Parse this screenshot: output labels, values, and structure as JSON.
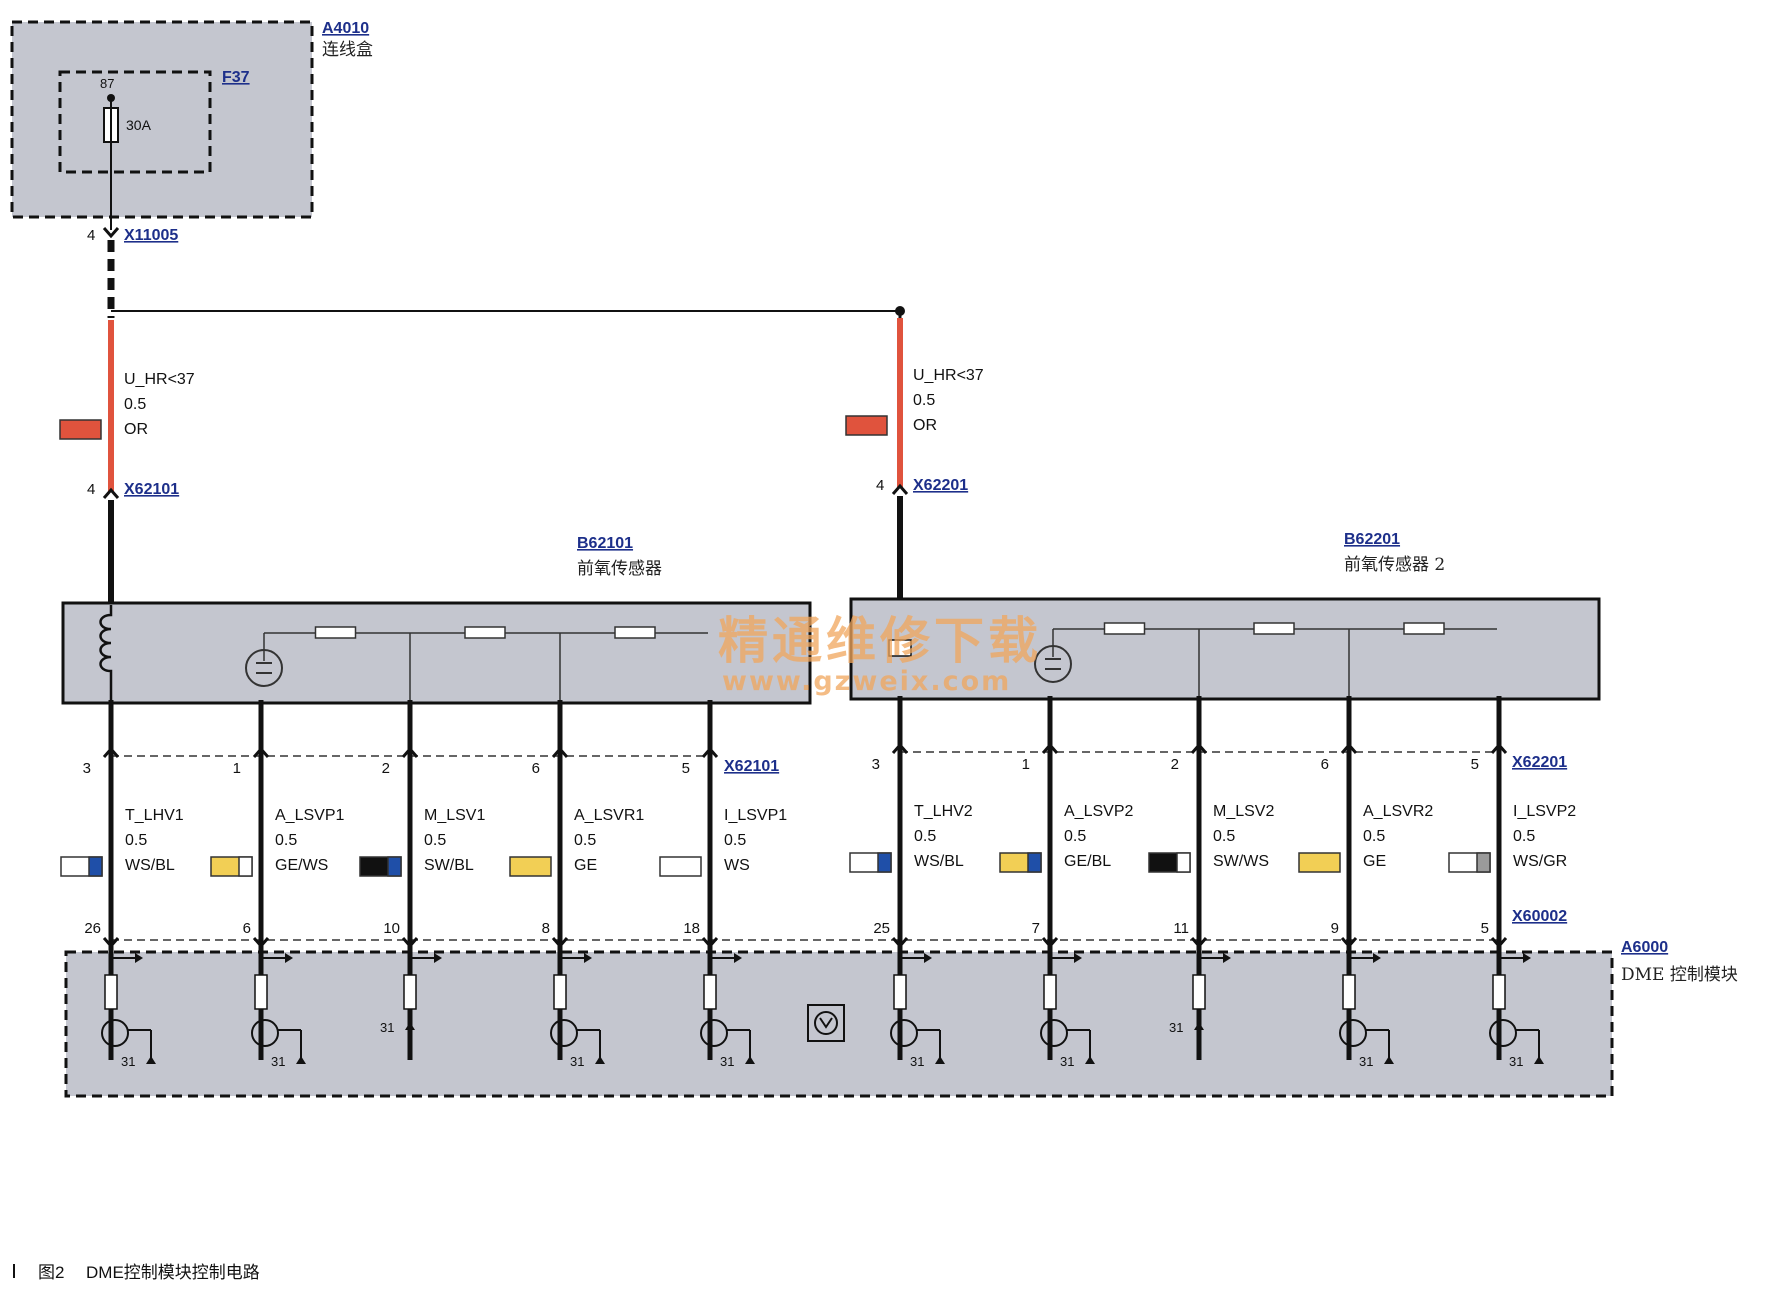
{
  "junction_box": {
    "id": "A4010",
    "name": "连线盒",
    "fuse_id": "F37",
    "fuse_pin": "87",
    "fuse_rating": "30A"
  },
  "junction_connector": {
    "id": "X11005",
    "pin": "4"
  },
  "power_wires": [
    {
      "signal": "U_HR<37",
      "gauge": "0.5",
      "color_code": "OR",
      "connector": "X62101",
      "pin": "4"
    },
    {
      "signal": "U_HR<37",
      "gauge": "0.5",
      "color_code": "OR",
      "connector": "X62201",
      "pin": "4"
    }
  ],
  "sensors": [
    {
      "id": "B62101",
      "name": "前氧传感器",
      "connector": "X62101"
    },
    {
      "id": "B62201",
      "name": "前氧传感器 2",
      "connector": "X62201"
    }
  ],
  "signal_wires": [
    {
      "sensor_pin": "3",
      "signal": "T_LHV1",
      "gauge": "0.5",
      "color_code": "WS/BL",
      "dme_pin": "26"
    },
    {
      "sensor_pin": "1",
      "signal": "A_LSVP1",
      "gauge": "0.5",
      "color_code": "GE/WS",
      "dme_pin": "6"
    },
    {
      "sensor_pin": "2",
      "signal": "M_LSV1",
      "gauge": "0.5",
      "color_code": "SW/BL",
      "dme_pin": "10"
    },
    {
      "sensor_pin": "6",
      "signal": "A_LSVR1",
      "gauge": "0.5",
      "color_code": "GE",
      "dme_pin": "8"
    },
    {
      "sensor_pin": "5",
      "signal": "I_LSVP1",
      "gauge": "0.5",
      "color_code": "WS",
      "dme_pin": "18"
    },
    {
      "sensor_pin": "3",
      "signal": "T_LHV2",
      "gauge": "0.5",
      "color_code": "WS/BL",
      "dme_pin": "25"
    },
    {
      "sensor_pin": "1",
      "signal": "A_LSVP2",
      "gauge": "0.5",
      "color_code": "GE/BL",
      "dme_pin": "7"
    },
    {
      "sensor_pin": "2",
      "signal": "M_LSV2",
      "gauge": "0.5",
      "color_code": "SW/WS",
      "dme_pin": "11"
    },
    {
      "sensor_pin": "6",
      "signal": "A_LSVR2",
      "gauge": "0.5",
      "color_code": "GE",
      "dme_pin": "9"
    },
    {
      "sensor_pin": "5",
      "signal": "I_LSVP2",
      "gauge": "0.5",
      "color_code": "WS/GR",
      "dme_pin": "5"
    }
  ],
  "dme": {
    "id": "A6000",
    "name": "DME 控制模块",
    "connector": "X60002",
    "ground": "31"
  },
  "watermark": {
    "line1": "精通维修下载",
    "line2": "www.gzweix.com"
  },
  "caption": {
    "figure": "图2",
    "text": "DME控制模块控制电路"
  },
  "colors": {
    "OR": "#e0533d",
    "WS": "#ffffff",
    "BL": "#1f4fa8",
    "GE": "#f2cf55",
    "SW": "#111111",
    "GR": "#9a9a9a",
    "component_fill": "#c4c6cf",
    "link": "#1d2f8a",
    "watermark": "#f0a55c"
  }
}
